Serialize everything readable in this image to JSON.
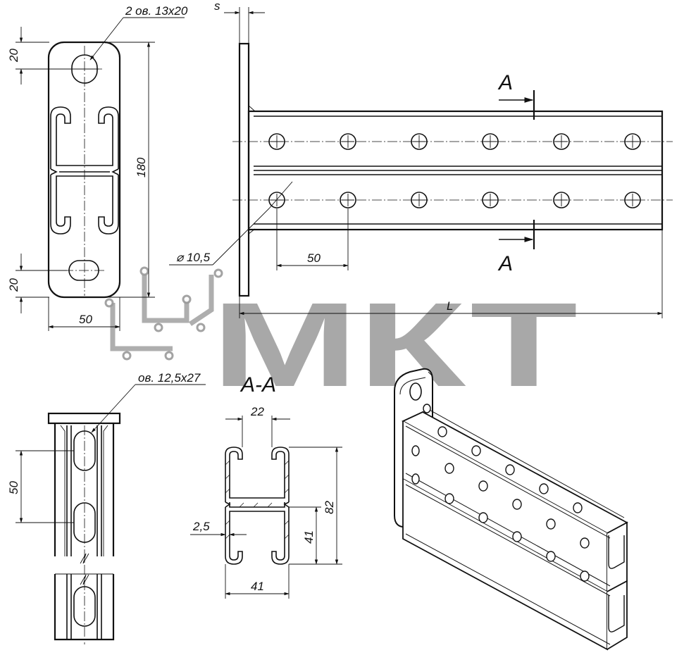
{
  "watermark": {
    "text": "МКТ",
    "color": "#999999"
  },
  "front_view": {
    "slot_callout": "2 ов. 13х20",
    "dim_top": "20",
    "dim_bottom": "20",
    "dim_height": "180",
    "dim_width": "50"
  },
  "side_view": {
    "dim_s": "s",
    "section_label_top": "A",
    "section_label_bottom": "A",
    "hole_diameter": "⌀ 10,5",
    "hole_pitch": "50",
    "length": "L"
  },
  "rail_view": {
    "slot_callout": "ов. 12,5х27",
    "slot_pitch": "50"
  },
  "section": {
    "title": "A-A",
    "dim_opening": "22",
    "dim_height": "82",
    "dim_half": "41",
    "dim_width": "41",
    "dim_thickness": "2,5"
  }
}
